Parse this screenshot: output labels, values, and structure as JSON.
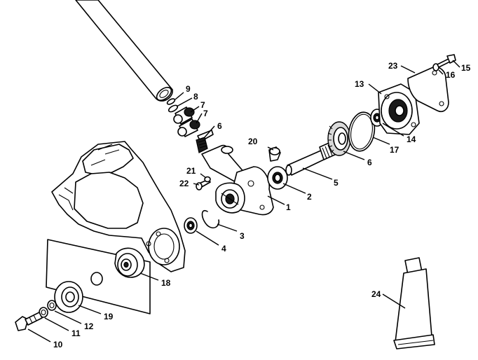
{
  "callouts": {
    "c1": "1",
    "c2": "2",
    "c3": "3",
    "c4": "4",
    "c5": "5",
    "c6a": "6",
    "c6b": "6",
    "c7a": "7",
    "c7b": "7",
    "c8": "8",
    "c9": "9",
    "c10": "10",
    "c11": "11",
    "c12": "12",
    "c13": "13",
    "c14": "14",
    "c15": "15",
    "c16": "16",
    "c17": "17",
    "c18": "18",
    "c19": "19",
    "c20": "20",
    "c21": "21",
    "c22": "22",
    "c23": "23",
    "c24": "24"
  }
}
